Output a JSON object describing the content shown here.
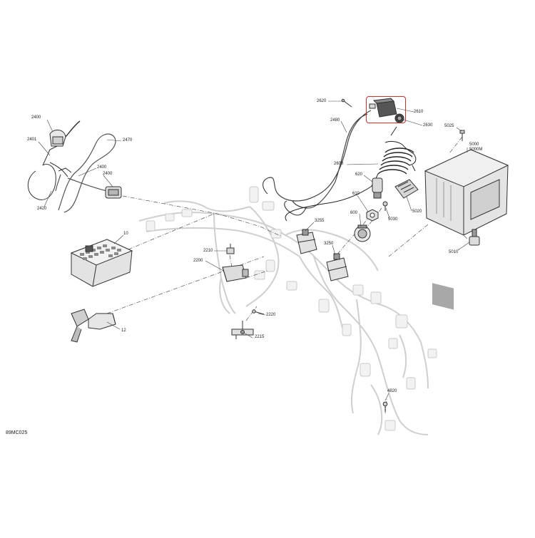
{
  "diagram": {
    "code": "89MC025",
    "highlight_color": "#d32f2f",
    "callouts": [
      {
        "id": "2400a",
        "text": "2400"
      },
      {
        "id": "2401",
        "text": "2401"
      },
      {
        "id": "2470",
        "text": "2470"
      },
      {
        "id": "2400b",
        "text": "2400"
      },
      {
        "id": "2400c",
        "text": "2400"
      },
      {
        "id": "2420",
        "text": "2420"
      },
      {
        "id": "10",
        "text": "10"
      },
      {
        "id": "12",
        "text": "12"
      },
      {
        "id": "2210",
        "text": "2210"
      },
      {
        "id": "2200",
        "text": "2200"
      },
      {
        "id": "2220",
        "text": "2220"
      },
      {
        "id": "2215",
        "text": "2215"
      },
      {
        "id": "2620",
        "text": "2620"
      },
      {
        "id": "2610",
        "text": "2610"
      },
      {
        "id": "2630",
        "text": "2630"
      },
      {
        "id": "2480",
        "text": "2480"
      },
      {
        "id": "2600",
        "text": "2600"
      },
      {
        "id": "620",
        "text": "620"
      },
      {
        "id": "610",
        "text": "610"
      },
      {
        "id": "600",
        "text": "600"
      },
      {
        "id": "3255",
        "text": "3255"
      },
      {
        "id": "3250",
        "text": "3250"
      },
      {
        "id": "5025",
        "text": "5025"
      },
      {
        "id": "5000",
        "text": "5000"
      },
      {
        "id": "5000m",
        "text": "5000M"
      },
      {
        "id": "5020",
        "text": "5020"
      },
      {
        "id": "5030",
        "text": "5030"
      },
      {
        "id": "5010",
        "text": "5010"
      },
      {
        "id": "4820",
        "text": "4820"
      }
    ]
  }
}
